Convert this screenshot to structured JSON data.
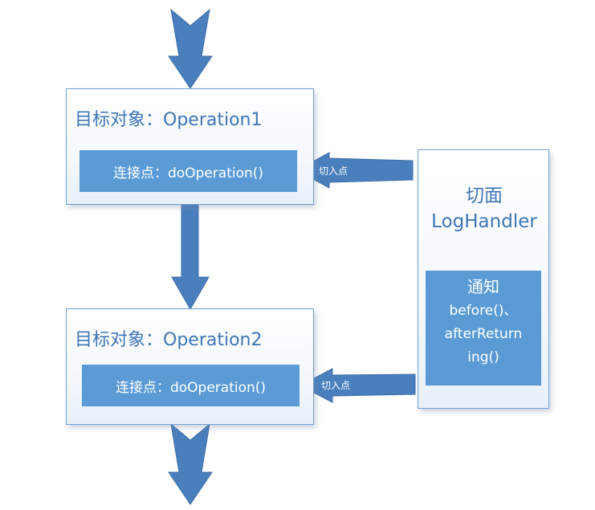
{
  "diagram": {
    "target1": {
      "title": "目标对象：Operation1",
      "joinpoint": "连接点：doOperation()"
    },
    "target2": {
      "title": "目标对象：Operation2",
      "joinpoint": "连接点：doOperation()"
    },
    "aspect": {
      "title": "切面",
      "name": "LogHandler",
      "advice": {
        "heading": "通知",
        "lines": [
          "before()、",
          "afterReturn",
          "ing()"
        ]
      }
    },
    "pointcut_label_1": "切入点",
    "pointcut_label_2": "切入点",
    "colors": {
      "arrow": "#4a7fbd",
      "box_border": "#6f9fd8",
      "fill": "#5b9bd5",
      "text": "#3f76b5"
    }
  }
}
